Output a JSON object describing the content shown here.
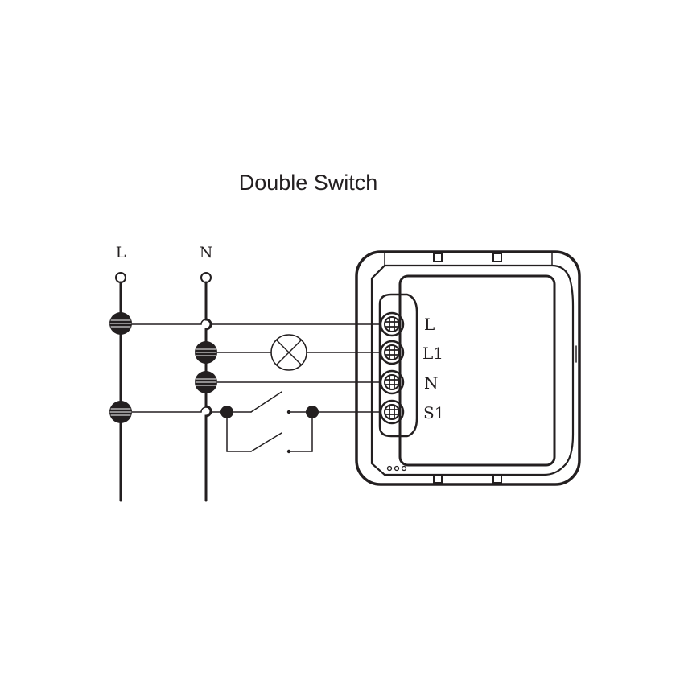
{
  "title": "Double Switch",
  "supply": {
    "line_label": "L",
    "neutral_label": "N"
  },
  "module": {
    "terminals": [
      {
        "label": "L"
      },
      {
        "label": "L1"
      },
      {
        "label": "N"
      },
      {
        "label": "S1"
      }
    ]
  },
  "colors": {
    "line": "#231f20",
    "background": "#ffffff"
  }
}
